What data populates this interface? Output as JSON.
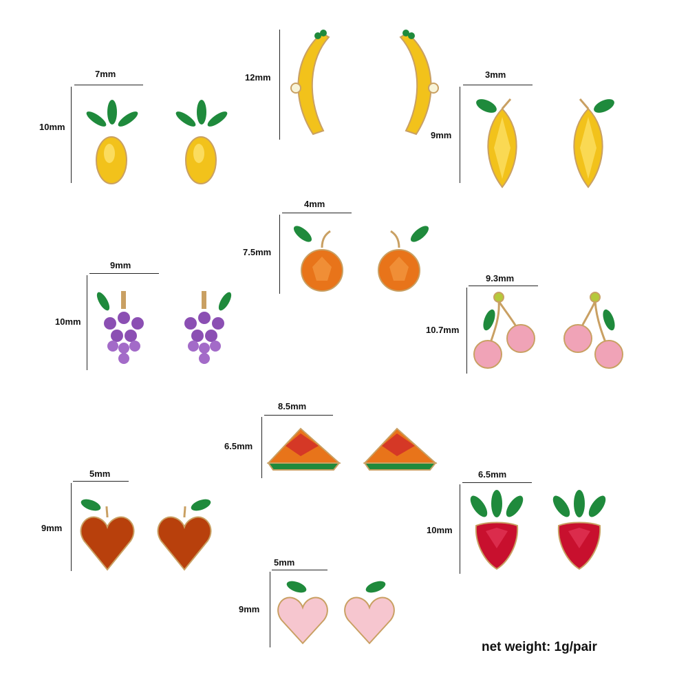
{
  "products": [
    {
      "id": "pineapple",
      "width_label": "7mm",
      "height_label": "10mm"
    },
    {
      "id": "banana",
      "width_label": "",
      "height_label": "12mm"
    },
    {
      "id": "lemon",
      "width_label": "3mm",
      "height_label": "9mm"
    },
    {
      "id": "orange",
      "width_label": "4mm",
      "height_label": "7.5mm"
    },
    {
      "id": "grape",
      "width_label": "9mm",
      "height_label": "10mm"
    },
    {
      "id": "cherry",
      "width_label": "9.3mm",
      "height_label": "10.7mm"
    },
    {
      "id": "watermelon",
      "width_label": "8.5mm",
      "height_label": "6.5mm"
    },
    {
      "id": "heart-peach",
      "width_label": "5mm",
      "height_label": "9mm"
    },
    {
      "id": "strawberry",
      "width_label": "6.5mm",
      "height_label": "10mm"
    },
    {
      "id": "pink-peach",
      "width_label": "5mm",
      "height_label": "9mm"
    }
  ],
  "net_weight": "net weight: 1g/pair",
  "colors": {
    "gold": "#c9a063",
    "leaf": "#1f8a3c",
    "yellow": "#f2c21b",
    "orange": "#e8741a",
    "purple": "#8b4fb3",
    "pink": "#f0a3b7",
    "red": "#c8102e",
    "rust": "#b8400c",
    "light_pink": "#f6c6cf"
  }
}
